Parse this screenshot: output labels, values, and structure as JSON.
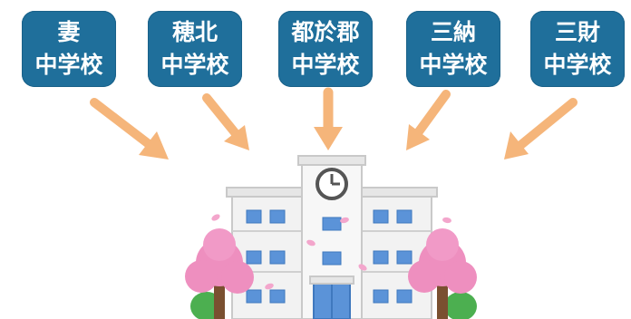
{
  "schools": [
    {
      "line1": "妻",
      "line2": "中学校"
    },
    {
      "line1": "穂北",
      "line2": "中学校"
    },
    {
      "line1": "都於郡",
      "line2": "中学校"
    },
    {
      "line1": "三納",
      "line2": "中学校"
    },
    {
      "line1": "三財",
      "line2": "中学校"
    }
  ],
  "colors": {
    "label_bg": "#1f6f9b",
    "arrow": "#f5b57a",
    "blossom": "#ee8fbf",
    "window": "#5b93d8"
  }
}
